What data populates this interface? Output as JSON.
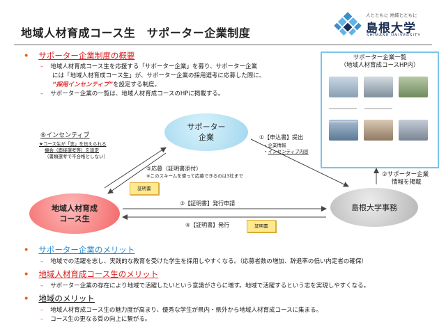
{
  "header": {
    "title": "地域人材育成コース生　サポーター企業制度",
    "logo_tagline": "人とともに 地域とともに",
    "logo_name": "島根大学",
    "logo_en": "SHIMANE UNIVERSITY"
  },
  "overview": {
    "heading": "サポーター企業制度の概要",
    "line1": "地域人材育成コース生を応援する「サポーター企業」を募り、サポーター企業",
    "line2": "には「地域人材育成コース生」が、サポーター企業の採用選考に応募した際に、",
    "line3_em": "“採用インセンティブ”",
    "line3_rest": "を設定する制度。",
    "line4": "サポーター企業の一覧は、地域人材育成コースのHPに掲載する。"
  },
  "panel": {
    "title_line1": "サポーター企業一覧",
    "title_line2": "（地域人材育成コースHP内）"
  },
  "diagram": {
    "supporter_line1": "サポーター",
    "supporter_line2": "企業",
    "course_line1": "地域人材育成",
    "course_line2": "コース生",
    "office": "島根大学事務",
    "step1": "①【申込書】提出",
    "step1_item1": "企業情報",
    "step1_item2": "インセンティブ内容",
    "step2_line1": "②サポーター企業",
    "step2_line2": "情報を掲載",
    "step3": "③【証明書】発行申請",
    "step4": "④【証明書】発行",
    "step5": "⑤応募（証明書添付）",
    "step5_note": "※このスキームを使って応募できるのは3社まで",
    "step6": "⑥インセンティブ",
    "step6_note1": "★コース生が「志」を伝えられる",
    "step6_note2": "機会（面接選考等）を設定",
    "step6_note3": "（書類選考で不合格としない）",
    "cert_label": "証明書"
  },
  "merits": {
    "company_heading": "サポーター企業のメリット",
    "company_text": "地域での活躍を志し、実践的な教育を受けた学生を採用しやすくなる。（応募者数の増加、辞退率の低い内定者の確保）",
    "student_heading": "地域人材育成コース生のメリット",
    "student_text": "サポーター企業の存在により地域で活躍したいという意識がさらに増す。地域で活躍するという志を実現しやすくなる。",
    "region_heading": "地域のメリット",
    "region_text1": "地域人材育成コース生の魅力度が高まり、優秀な学生が県内・県外から地域人材育成コースに集まる。",
    "region_text2": "コース生の更なる質の向上に繋がる。"
  },
  "colors": {
    "accent_orange": "#e8621a",
    "red": "#d62020",
    "blue": "#2a8ad0",
    "panel_border": "#7ac4ea"
  }
}
